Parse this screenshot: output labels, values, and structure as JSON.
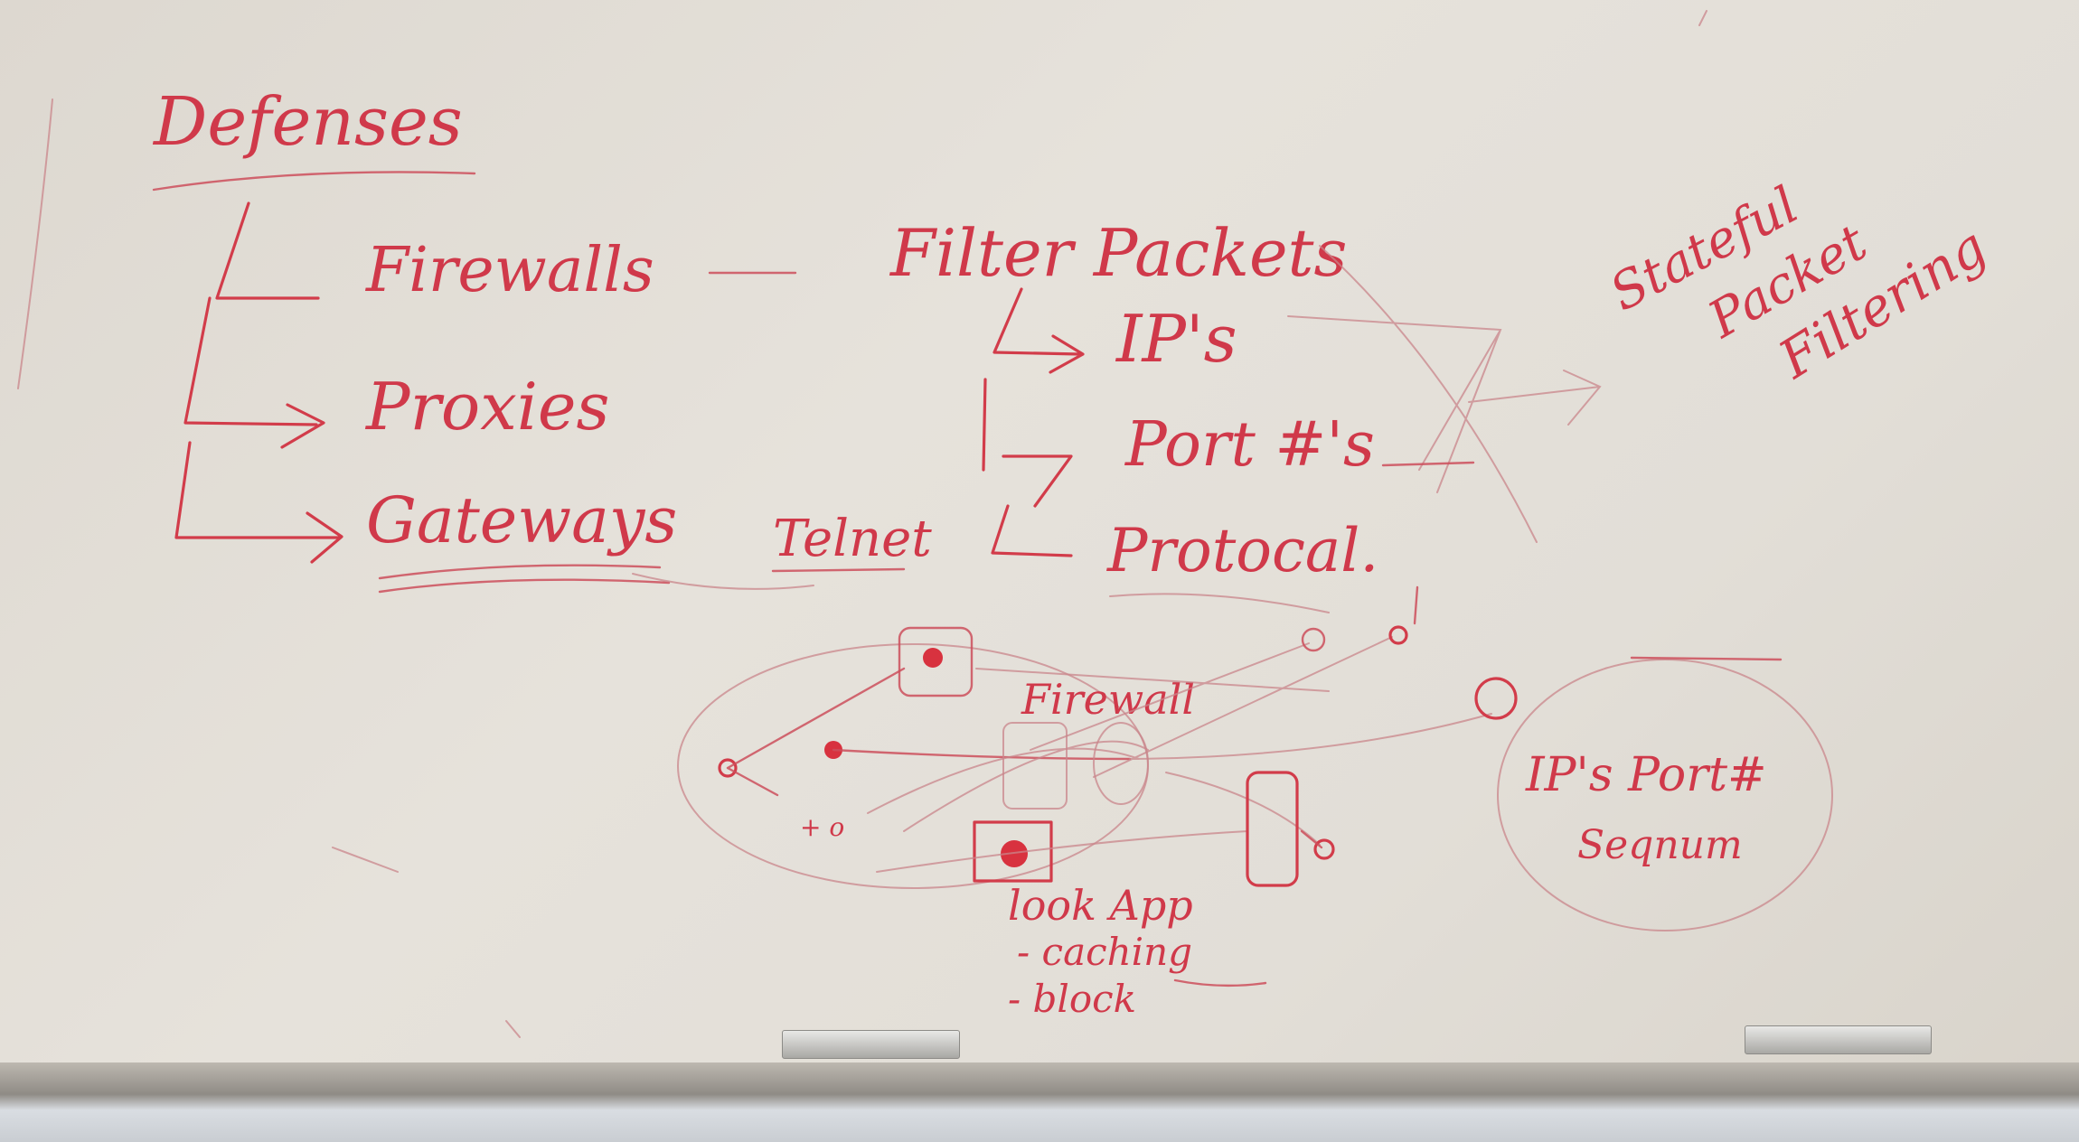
{
  "board": {
    "title": "Defenses",
    "branches": [
      "Firewalls",
      "Proxies",
      "Gateways"
    ],
    "filter_packets": "Filter Packets",
    "filter_items": [
      "IP's",
      "Port #'s",
      "Protocal."
    ],
    "stateful": [
      "Stateful",
      "Packet",
      "Filtering"
    ],
    "telnet": "Telnet",
    "firewall_label": "Firewall",
    "circle_text": [
      "IP's Port#",
      "Seqnum"
    ],
    "notes": [
      "look App",
      "- caching",
      "- block"
    ],
    "colors": {
      "marker": "#d23c4a",
      "board": "#e2ded7"
    }
  }
}
